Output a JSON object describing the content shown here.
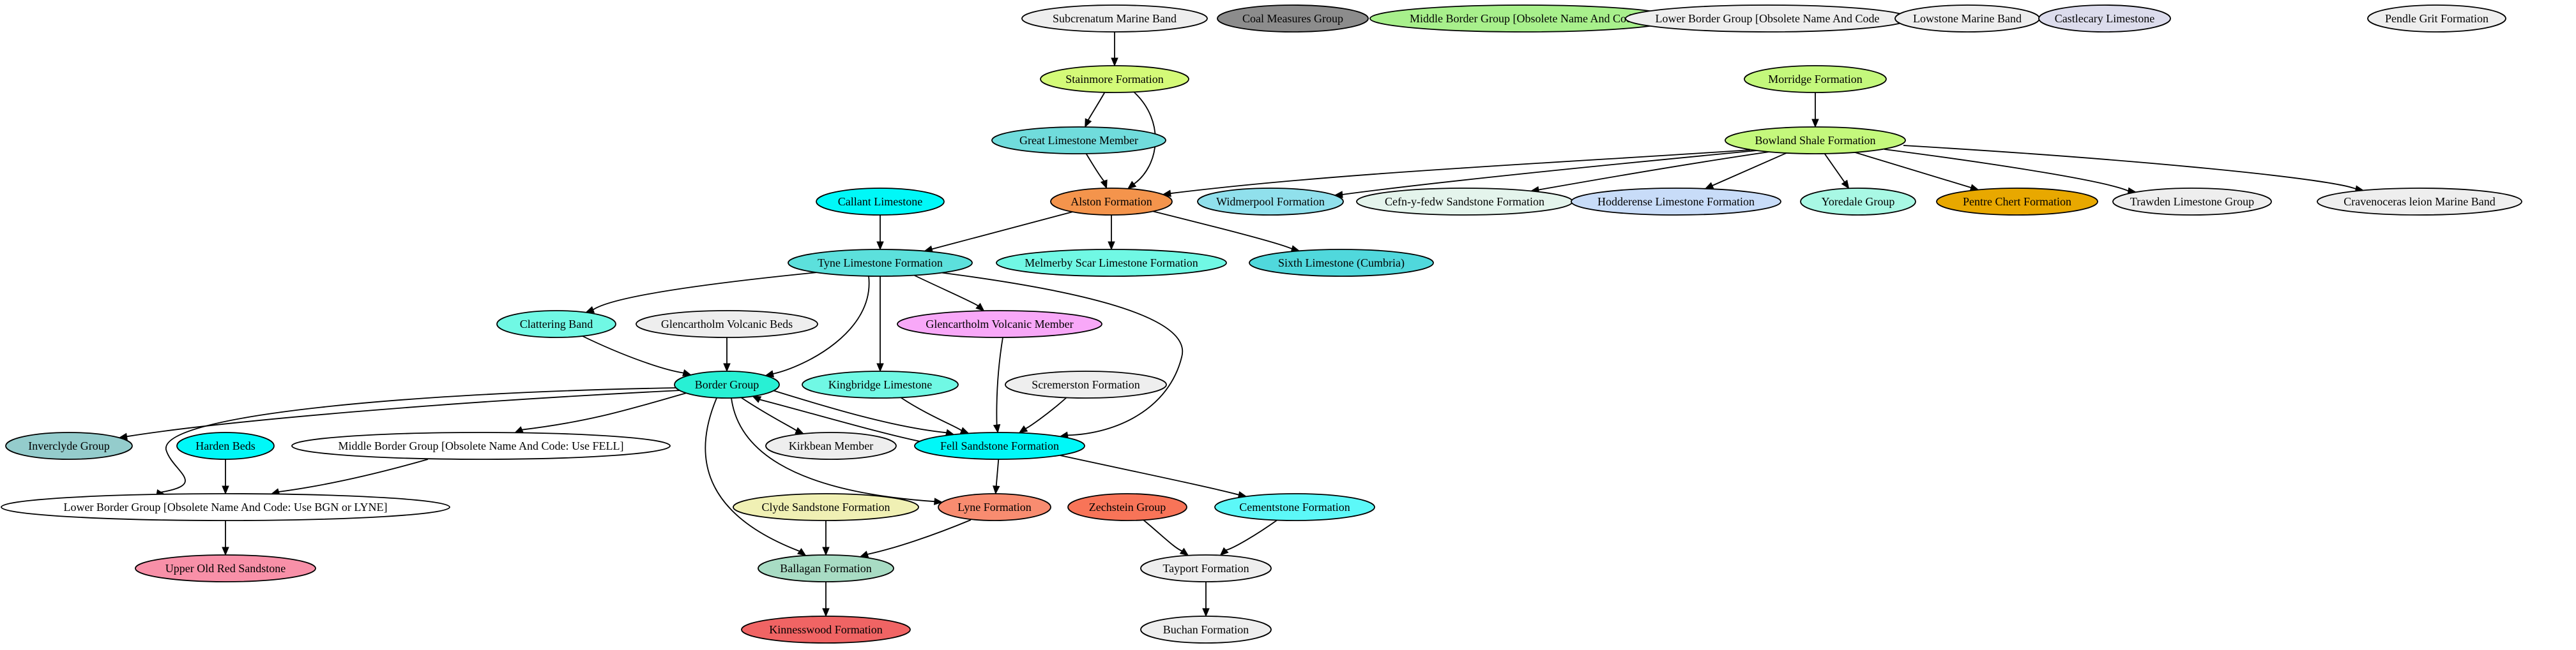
{
  "diagram": {
    "nodes": [
      {
        "id": "subcrenatum",
        "label": "Subcrenatum Marine Band",
        "color": "#eeeeee"
      },
      {
        "id": "coal_measures",
        "label": "Coal Measures Group",
        "color": "#8c8c8c"
      },
      {
        "id": "middle_border_obs",
        "label": "Middle Border Group [Obsolete Name And Code",
        "color": "#a8f08c"
      },
      {
        "id": "lower_border_obs",
        "label": "Lower Border Group [Obsolete Name And Code",
        "color": "#eeeeee"
      },
      {
        "id": "lowstone",
        "label": "Lowstone Marine Band",
        "color": "#eeeeee"
      },
      {
        "id": "castlecary",
        "label": "Castlecary Limestone",
        "color": "#dcdcec"
      },
      {
        "id": "pendle_grit",
        "label": "Pendle Grit Formation",
        "color": "#eeeeee"
      },
      {
        "id": "stainmore",
        "label": "Stainmore Formation",
        "color": "#d4fa78"
      },
      {
        "id": "morridge",
        "label": "Morridge Formation",
        "color": "#c4f87c"
      },
      {
        "id": "great_limestone",
        "label": "Great Limestone Member",
        "color": "#70dcdc"
      },
      {
        "id": "bowland",
        "label": "Bowland Shale Formation",
        "color": "#c4f87c"
      },
      {
        "id": "callant",
        "label": "Callant Limestone",
        "color": "#00f8f8"
      },
      {
        "id": "alston",
        "label": "Alston Formation",
        "color": "#f4944c"
      },
      {
        "id": "widmerpool",
        "label": "Widmerpool Formation",
        "color": "#90e0ec"
      },
      {
        "id": "cefn",
        "label": "Cefn-y-fedw Sandstone Formation",
        "color": "#e4f4ec"
      },
      {
        "id": "hodderense",
        "label": "Hodderense Limestone Formation",
        "color": "#c8dcf8"
      },
      {
        "id": "yoredale",
        "label": "Yoredale Group",
        "color": "#a8f8e4"
      },
      {
        "id": "pentre",
        "label": "Pentre Chert Formation",
        "color": "#e8a800"
      },
      {
        "id": "trawden",
        "label": "Trawden Limestone Group",
        "color": "#eeeeee"
      },
      {
        "id": "cravenoceras",
        "label": "Cravenoceras leion Marine Band",
        "color": "#eeeeee"
      },
      {
        "id": "tyne",
        "label": "Tyne Limestone Formation",
        "color": "#5ce0dc"
      },
      {
        "id": "melmerby",
        "label": "Melmerby Scar Limestone Formation",
        "color": "#70f8e4"
      },
      {
        "id": "sixth",
        "label": "Sixth Limestone (Cumbria)",
        "color": "#50d8dc"
      },
      {
        "id": "clattering",
        "label": "Clattering Band",
        "color": "#70f8e4"
      },
      {
        "id": "glencartholm_beds",
        "label": "Glencartholm Volcanic Beds",
        "color": "#eeeeee"
      },
      {
        "id": "glencartholm_member",
        "label": "Glencartholm Volcanic Member",
        "color": "#f8a8f8"
      },
      {
        "id": "border",
        "label": "Border Group",
        "color": "#28f0d4"
      },
      {
        "id": "kingbridge",
        "label": "Kingbridge Limestone",
        "color": "#70f8e4"
      },
      {
        "id": "scremerston",
        "label": "Scremerston Formation",
        "color": "#eeeeee"
      },
      {
        "id": "inverclyde",
        "label": "Inverclyde Group",
        "color": "#94cccc"
      },
      {
        "id": "harden",
        "label": "Harden Beds",
        "color": "#00f8f8"
      },
      {
        "id": "middle_border_fell",
        "label": "Middle Border Group [Obsolete Name And Code: Use FELL]",
        "color": "#ffffff"
      },
      {
        "id": "kirkbean",
        "label": "Kirkbean Member",
        "color": "#eeeeee"
      },
      {
        "id": "fell",
        "label": "Fell Sandstone Formation",
        "color": "#00f8f8"
      },
      {
        "id": "lower_border_bgn",
        "label": "Lower Border Group [Obsolete Name And Code: Use BGN or LYNE]",
        "color": "#ffffff"
      },
      {
        "id": "clyde",
        "label": "Clyde Sandstone Formation",
        "color": "#f0f0b4"
      },
      {
        "id": "lyne",
        "label": "Lyne Formation",
        "color": "#f88c70"
      },
      {
        "id": "zechstein",
        "label": "Zechstein Group",
        "color": "#f87458"
      },
      {
        "id": "cementstone",
        "label": "Cementstone Formation",
        "color": "#5cf8f8"
      },
      {
        "id": "upper_old_red",
        "label": "Upper Old Red Sandstone",
        "color": "#f890a8"
      },
      {
        "id": "ballagan",
        "label": "Ballagan Formation",
        "color": "#a8dcc4"
      },
      {
        "id": "tayport",
        "label": "Tayport Formation",
        "color": "#eeeeee"
      },
      {
        "id": "kinnesswood",
        "label": "Kinnesswood Formation",
        "color": "#f06464"
      },
      {
        "id": "buchan",
        "label": "Buchan Formation",
        "color": "#eeeeee"
      }
    ],
    "edges": [
      {
        "from": "subcrenatum",
        "to": "stainmore"
      },
      {
        "from": "stainmore",
        "to": "great_limestone"
      },
      {
        "from": "stainmore",
        "to": "alston"
      },
      {
        "from": "morridge",
        "to": "bowland"
      },
      {
        "from": "great_limestone",
        "to": "alston"
      },
      {
        "from": "bowland",
        "to": "alston"
      },
      {
        "from": "bowland",
        "to": "widmerpool"
      },
      {
        "from": "bowland",
        "to": "cefn"
      },
      {
        "from": "bowland",
        "to": "hodderense"
      },
      {
        "from": "bowland",
        "to": "yoredale"
      },
      {
        "from": "bowland",
        "to": "pentre"
      },
      {
        "from": "bowland",
        "to": "trawden"
      },
      {
        "from": "bowland",
        "to": "cravenoceras"
      },
      {
        "from": "callant",
        "to": "tyne"
      },
      {
        "from": "alston",
        "to": "tyne"
      },
      {
        "from": "alston",
        "to": "melmerby"
      },
      {
        "from": "alston",
        "to": "sixth"
      },
      {
        "from": "tyne",
        "to": "clattering"
      },
      {
        "from": "tyne",
        "to": "border"
      },
      {
        "from": "tyne",
        "to": "kingbridge"
      },
      {
        "from": "tyne",
        "to": "glencartholm_member"
      },
      {
        "from": "tyne",
        "to": "fell"
      },
      {
        "from": "clattering",
        "to": "border"
      },
      {
        "from": "glencartholm_beds",
        "to": "border"
      },
      {
        "from": "glencartholm_member",
        "to": "fell"
      },
      {
        "from": "kingbridge",
        "to": "fell"
      },
      {
        "from": "scremerston",
        "to": "fell"
      },
      {
        "from": "border",
        "to": "inverclyde"
      },
      {
        "from": "border",
        "to": "lower_border_bgn"
      },
      {
        "from": "border",
        "to": "middle_border_fell"
      },
      {
        "from": "border",
        "to": "kirkbean"
      },
      {
        "from": "border",
        "to": "fell"
      },
      {
        "from": "fell",
        "to": "border"
      },
      {
        "from": "border",
        "to": "lyne"
      },
      {
        "from": "border",
        "to": "ballagan"
      },
      {
        "from": "harden",
        "to": "lower_border_bgn"
      },
      {
        "from": "middle_border_fell",
        "to": "lower_border_bgn"
      },
      {
        "from": "fell",
        "to": "lyne"
      },
      {
        "from": "fell",
        "to": "cementstone"
      },
      {
        "from": "lower_border_bgn",
        "to": "upper_old_red"
      },
      {
        "from": "clyde",
        "to": "ballagan"
      },
      {
        "from": "lyne",
        "to": "ballagan"
      },
      {
        "from": "zechstein",
        "to": "tayport"
      },
      {
        "from": "cementstone",
        "to": "tayport"
      },
      {
        "from": "ballagan",
        "to": "kinnesswood"
      },
      {
        "from": "tayport",
        "to": "buchan"
      }
    ]
  }
}
